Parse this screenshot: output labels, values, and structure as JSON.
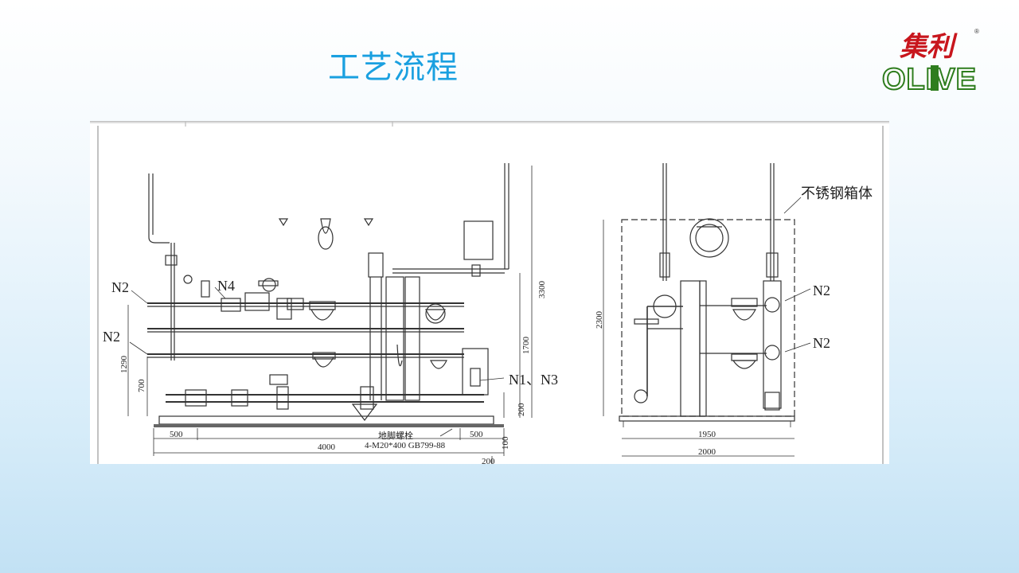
{
  "slide": {
    "title": "工艺流程"
  },
  "logo": {
    "cn_text": "集利",
    "en_text": "OLIVE",
    "mark": "®"
  },
  "drawing": {
    "front_view": {
      "labels": {
        "n2_upper": "N2",
        "n2_lower": "N2",
        "n4": "N4",
        "n1_n3": "N1、N3"
      },
      "dims": {
        "d500_left": "500",
        "d4000": "4000",
        "d500_right": "500",
        "d200_bottom": "200",
        "d100": "100",
        "d200_side": "200",
        "d700": "700",
        "d1290": "1290",
        "d1700": "1700",
        "d3300": "3300"
      },
      "bolt_note_1": "地脚螺栓",
      "bolt_note_2": "4-M20*400 GB799-88"
    },
    "side_view": {
      "labels": {
        "cabinet": "不锈钢箱体",
        "n2_upper": "N2",
        "n2_lower": "N2"
      },
      "dims": {
        "d2300": "2300",
        "d1950": "1950",
        "d2000": "2000"
      }
    }
  }
}
